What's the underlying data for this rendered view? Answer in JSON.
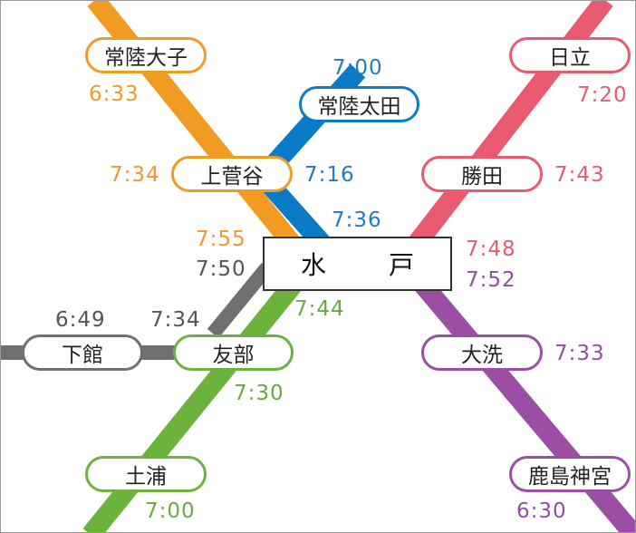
{
  "hub": {
    "name": "水 戸"
  },
  "stations": {
    "hitachi_daigo": "常陸大子",
    "hitachi_ota": "常陸太田",
    "kamisugaya": "上菅谷",
    "hitachi": "日立",
    "katsuta": "勝田",
    "shimodate": "下館",
    "tomobe": "友部",
    "oarai": "大洗",
    "tsuchiura": "土浦",
    "kashima_jingu": "鹿島神宮"
  },
  "times": {
    "hitachi_daigo_dep": "6:33",
    "kamisugaya_orange": "7:34",
    "mito_orange_arr": "7:55",
    "hitachi_ota_dep": "7:00",
    "kamisugaya_blue": "7:16",
    "mito_blue_arr": "7:36",
    "hitachi_dep": "7:20",
    "katsuta_time": "7:43",
    "mito_pink_arr": "7:48",
    "mito_purple_arr": "7:52",
    "oarai_time": "7:33",
    "kashima_jingu_dep": "6:30",
    "mito_gray_arr": "7:50",
    "shimodate_dep": "6:49",
    "tomobe_gray": "7:34",
    "mito_green_arr": "7:44",
    "tomobe_green": "7:30",
    "tsuchiura_dep": "7:00"
  },
  "colors": {
    "orange_line": "#f29b22",
    "blue_line": "#0a7cc7",
    "pink_line": "#e9596f",
    "purple_line": "#9a4fa4",
    "green_line": "#6cb33e",
    "gray_line": "#707070"
  }
}
